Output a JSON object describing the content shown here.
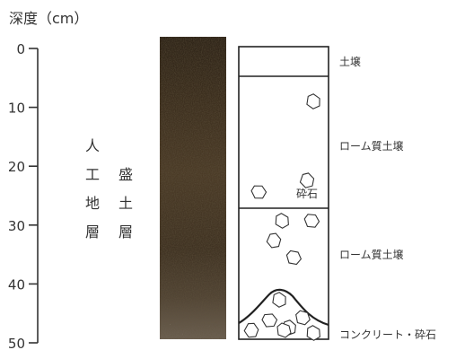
{
  "axis": {
    "title": "深度（cm）",
    "ticks": [
      "0",
      "10",
      "20",
      "30",
      "40",
      "50"
    ]
  },
  "stratum": {
    "outer": [
      "人",
      "工",
      "地",
      "層"
    ],
    "inner": [
      "盛",
      "土",
      "層"
    ]
  },
  "column": {
    "layers": [
      {
        "label": "土壌"
      },
      {
        "label": "ローム質土壌"
      },
      {
        "label": "ローム質土壌"
      },
      {
        "label": "コンクリート・砕石"
      }
    ],
    "annotation": "砕石"
  },
  "colors": {
    "soil_dark": "#2f2418",
    "soil_mid": "#4a3a28",
    "soil_light": "#6b5a44"
  }
}
